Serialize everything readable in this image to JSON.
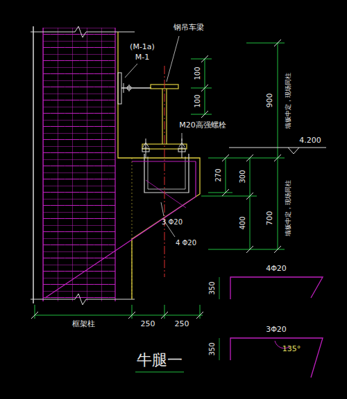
{
  "diagram": {
    "caption": "牛腿一",
    "labels": [
      "(M-1a)",
      "M-1",
      "钢吊车梁",
      "100",
      "100",
      "900",
      "墙板中定，现场同柱",
      "M20高强螺栓",
      "4.200",
      "270",
      "300",
      "700",
      "墙板中定，现场同柱",
      "400",
      "3 Φ20",
      "4 Φ20",
      "4Φ20",
      "350",
      "3Φ20",
      "350",
      "135°",
      "框架柱",
      "250",
      "250"
    ]
  }
}
